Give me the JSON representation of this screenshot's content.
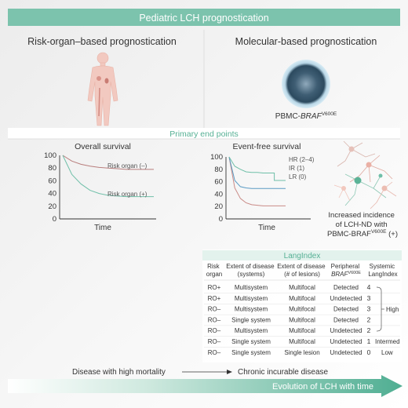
{
  "title": "Pediatric LCH prognostication",
  "left_header": "Risk-organ–based prognostication",
  "right_header": "Molecular-based prognostication",
  "pbmc_label": "PBMC-",
  "pbmc_gene": "BRAF",
  "pbmc_mut": "V600E",
  "primary_endpoints": "Primary end points",
  "overall_survival": {
    "title": "Overall survival",
    "xlabel": "Time",
    "yticks": [
      "100",
      "80",
      "60",
      "40",
      "20",
      "0"
    ],
    "legend": [
      "Risk organ (–)",
      "Risk organ (+)"
    ]
  },
  "event_free_survival": {
    "title": "Event-free survival",
    "xlabel": "Time",
    "yticks": [
      "100",
      "80",
      "60",
      "40",
      "20",
      "0"
    ],
    "legend": [
      "HR (2–4)",
      "IR (1)",
      "LR (0)"
    ]
  },
  "chart_data": [
    {
      "type": "line",
      "title": "Overall survival",
      "xlabel": "Time",
      "ylabel": "",
      "ylim": [
        0,
        100
      ],
      "x": [
        0,
        1,
        2,
        3,
        4,
        5,
        6,
        7,
        8,
        9,
        10
      ],
      "series": [
        {
          "name": "Risk organ (–)",
          "values": [
            100,
            91,
            86,
            83,
            81,
            80,
            79,
            78,
            78,
            78,
            78
          ],
          "color": "#b87d7c"
        },
        {
          "name": "Risk organ (+)",
          "values": [
            100,
            70,
            55,
            45,
            40,
            37,
            36,
            35,
            35,
            35,
            35
          ],
          "color": "#6fbfa8"
        }
      ]
    },
    {
      "type": "line",
      "title": "Event-free survival",
      "xlabel": "Time",
      "ylabel": "",
      "ylim": [
        0,
        100
      ],
      "x": [
        0,
        1,
        2,
        3,
        4,
        5,
        6,
        7,
        8,
        9,
        10
      ],
      "series": [
        {
          "name": "HR (2–4)",
          "values": [
            100,
            50,
            33,
            26,
            23,
            22,
            21,
            21,
            21,
            21,
            21
          ],
          "color": "#c98a86"
        },
        {
          "name": "IR (1)",
          "values": [
            100,
            62,
            52,
            50,
            49,
            49,
            49,
            49,
            49,
            49,
            49
          ],
          "color": "#5a9bc4"
        },
        {
          "name": "LR (0)",
          "values": [
            100,
            85,
            80,
            76,
            75,
            75,
            74,
            74,
            62,
            62,
            62
          ],
          "color": "#6fbfa8"
        }
      ]
    }
  ],
  "neuro_caption": [
    "Increased incidence",
    "of LCH-ND with",
    "PBMC-BRAF",
    "V600E",
    " (+)"
  ],
  "langindex": {
    "title": "LangIndex",
    "headers": [
      [
        "Risk",
        "organ"
      ],
      [
        "Extent of disease",
        "(systems)"
      ],
      [
        "Extent of disease",
        "(# of lesions)"
      ],
      [
        "Peripheral",
        "BRAF",
        "V600E"
      ],
      [
        "Systemic",
        "LangIndex"
      ]
    ],
    "rows": [
      [
        "RO+",
        "Multisystem",
        "Multifocal",
        "Detected",
        "4"
      ],
      [
        "RO+",
        "Multisystem",
        "Multifocal",
        "Undetected",
        "3"
      ],
      [
        "RO–",
        "Multisystem",
        "Multifocal",
        "Detected",
        "3"
      ],
      [
        "RO–",
        "Single system",
        "Multifocal",
        "Detected",
        "2"
      ],
      [
        "RO–",
        "Multisystem",
        "Multifocal",
        "Undetected",
        "2"
      ],
      [
        "RO–",
        "Single system",
        "Multifocal",
        "Undetected",
        "1"
      ],
      [
        "RO–",
        "Single system",
        "Single lesion",
        "Undetected",
        "0"
      ]
    ],
    "groups": [
      "High",
      "Intermed",
      "Low"
    ]
  },
  "disease_high": "Disease with high mortality",
  "disease_chronic": "Chronic incurable disease",
  "evolution": "Evolution of LCH with time",
  "colors": {
    "teal": "#5db49c",
    "teal_light": "#a8d9c8",
    "mauve": "#b87d7c",
    "blue": "#5a9bc4",
    "panel_bg": "#f1f1f1"
  }
}
